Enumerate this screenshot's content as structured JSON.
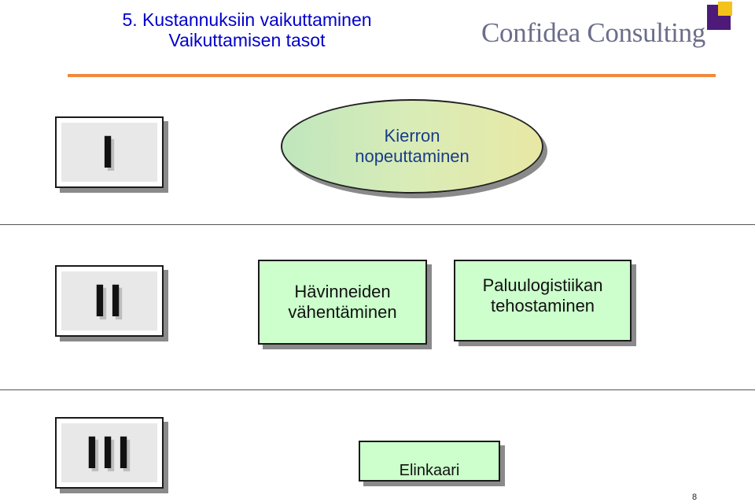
{
  "header": {
    "title_line1": "5. Kustannuksiin vaikuttaminen",
    "title_line2": "Vaikuttamisen tasot",
    "logo_text": "Confidea Consulting"
  },
  "colors": {
    "title": "#0000cc",
    "accent_rule": "#ef8a3e",
    "logo_purple": "#4d1a7a",
    "logo_yellow": "#f3c319",
    "box_fill": "#ccffcc"
  },
  "levels": [
    {
      "numeral": "I",
      "items": [
        {
          "lines": [
            "Kierron",
            "nopeuttaminen"
          ]
        }
      ]
    },
    {
      "numeral": "II",
      "items": [
        {
          "lines": [
            "Hävinneiden",
            "vähentäminen"
          ]
        },
        {
          "lines": [
            "Paluulogistiikan",
            "tehostaminen"
          ]
        }
      ]
    },
    {
      "numeral": "III",
      "items": [
        {
          "lines": [
            "Elinkaari"
          ]
        }
      ]
    }
  ],
  "footer": {
    "page_number": "8"
  }
}
